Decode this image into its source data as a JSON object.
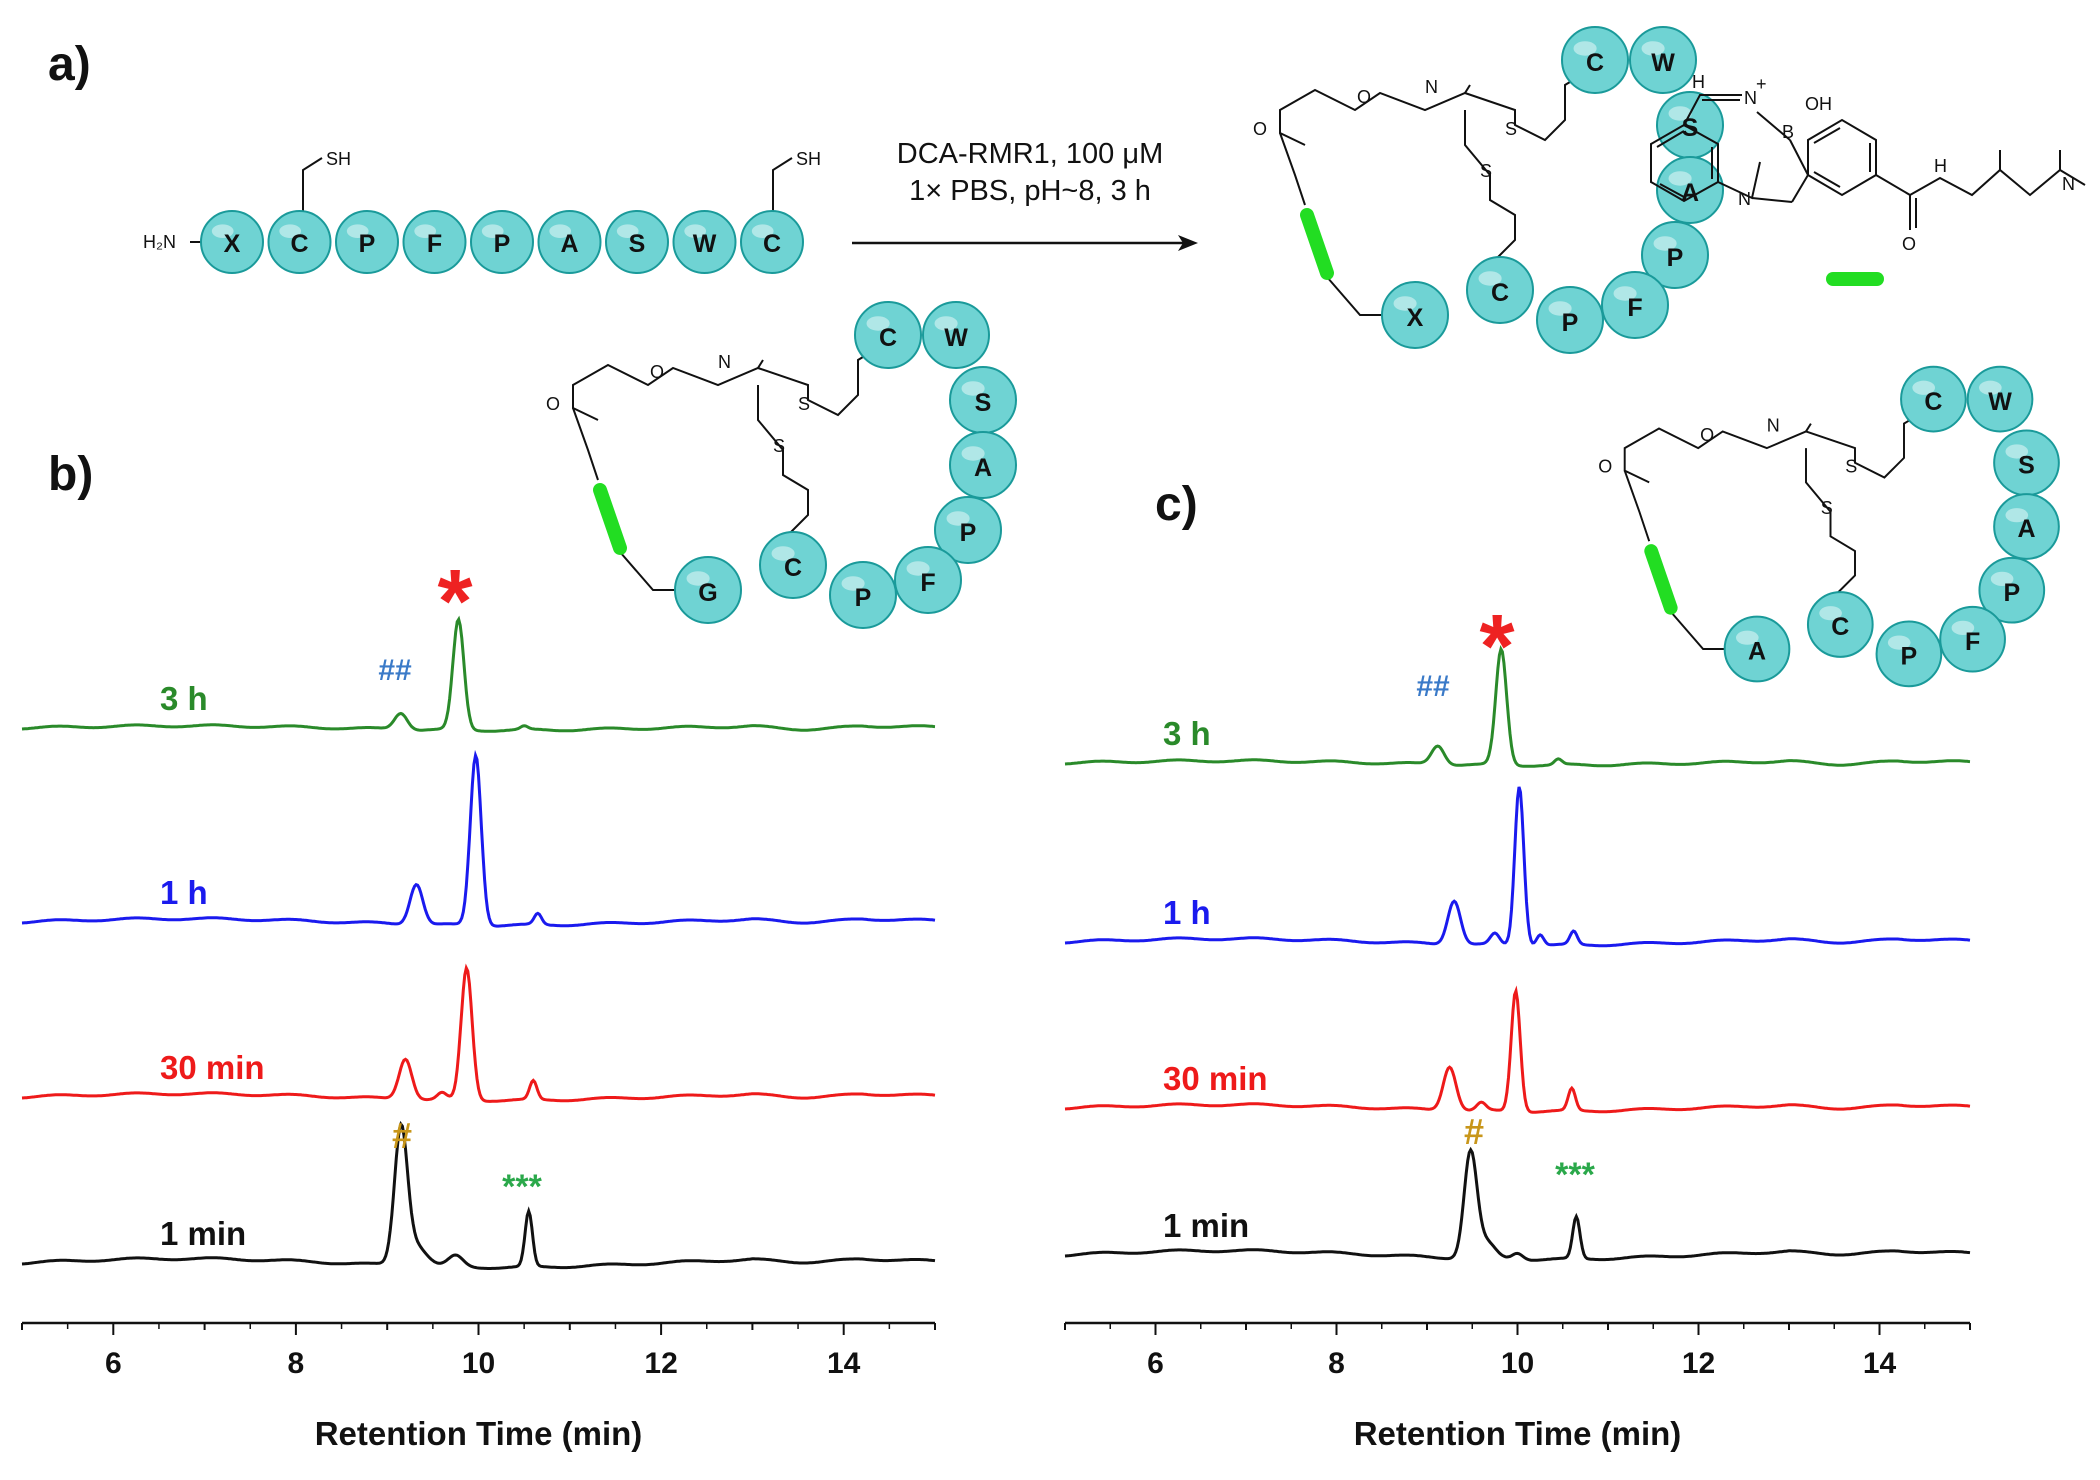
{
  "panels": {
    "a": "a)",
    "b": "b)",
    "c": "c)"
  },
  "scheme": {
    "reagent_line1": "DCA-RMR1, 100 μM",
    "reagent_line2": "1× PBS, pH~8, 3 h",
    "n_terminus": "H₂N",
    "thiol": "SH",
    "linear_sequence": [
      "X",
      "C",
      "P",
      "F",
      "P",
      "A",
      "S",
      "W",
      "C"
    ],
    "cyclic_loop": [
      "C",
      "W",
      "S",
      "A",
      "P",
      "F",
      "P",
      "C"
    ],
    "cyclic_first": {
      "a": "X",
      "b": "G",
      "c": "A"
    },
    "struct_labels": {
      "oxime_o": "O",
      "oxime_n": "N",
      "carbonyl": "O",
      "sulfur": "S"
    },
    "reagent_struct": {
      "H": "H",
      "N_plus": "N",
      "B": "B",
      "OH": "OH",
      "N": "N",
      "O": "O",
      "NH": "H",
      "amine": "N"
    }
  },
  "colors": {
    "bead_fill": "#6fd3d3",
    "bead_stroke": "#1a9a9a",
    "linker": "#22dd22",
    "t3h": "#2a8a2a",
    "t1h": "#1a1aee",
    "t30min": "#ee1a1a",
    "t1min": "#111111",
    "star": "#ee2222",
    "hash_double": "#3a7ac8",
    "hash_single": "#c8961a",
    "triple_star": "#2aa84a"
  },
  "markers": {
    "star": "*",
    "double_hash": "##",
    "hash": "#",
    "triple_star": "***"
  },
  "chart_data": [
    {
      "panel": "b",
      "type": "line",
      "xlabel": "Retention Time (min)",
      "xlim": [
        5,
        15
      ],
      "xticks": [
        6,
        8,
        10,
        12,
        14
      ],
      "traces": [
        {
          "name": "3 h",
          "color_key": "t3h",
          "baseline_drift": 0.02,
          "peaks": [
            [
              9.15,
              0.15,
              0.07
            ],
            [
              9.78,
              1.0,
              0.06
            ],
            [
              10.5,
              0.03,
              0.04
            ]
          ]
        },
        {
          "name": "1 h",
          "color_key": "t1h",
          "baseline_drift": 0.03,
          "peaks": [
            [
              9.32,
              0.37,
              0.07
            ],
            [
              9.97,
              1.55,
              0.06
            ],
            [
              10.65,
              0.1,
              0.04
            ]
          ]
        },
        {
          "name": "30 min",
          "color_key": "t30min",
          "baseline_drift": 0.03,
          "peaks": [
            [
              9.2,
              0.37,
              0.07
            ],
            [
              9.6,
              0.06,
              0.05
            ],
            [
              9.87,
              1.2,
              0.06
            ],
            [
              10.6,
              0.17,
              0.04
            ]
          ]
        },
        {
          "name": "1 min",
          "color_key": "t1min",
          "baseline_drift": 0.04,
          "peaks": [
            [
              9.15,
              1.2,
              0.07
            ],
            [
              9.3,
              0.2,
              0.12
            ],
            [
              9.75,
              0.1,
              0.08
            ],
            [
              10.55,
              0.5,
              0.04
            ]
          ]
        }
      ]
    },
    {
      "panel": "c",
      "type": "line",
      "xlabel": "Retention Time (min)",
      "xlim": [
        5,
        15
      ],
      "xticks": [
        6,
        8,
        10,
        12,
        14
      ],
      "traces": [
        {
          "name": "3 h",
          "color_key": "t3h",
          "baseline_drift": 0.02,
          "peaks": [
            [
              9.12,
              0.17,
              0.07
            ],
            [
              9.82,
              1.05,
              0.06
            ],
            [
              10.45,
              0.05,
              0.04
            ]
          ]
        },
        {
          "name": "1 h",
          "color_key": "t1h",
          "baseline_drift": 0.03,
          "peaks": [
            [
              9.3,
              0.4,
              0.07
            ],
            [
              9.75,
              0.1,
              0.05
            ],
            [
              10.02,
              1.45,
              0.05
            ],
            [
              10.25,
              0.1,
              0.04
            ],
            [
              10.62,
              0.12,
              0.04
            ]
          ]
        },
        {
          "name": "30 min",
          "color_key": "t30min",
          "baseline_drift": 0.03,
          "peaks": [
            [
              9.25,
              0.4,
              0.07
            ],
            [
              9.6,
              0.07,
              0.05
            ],
            [
              9.98,
              1.1,
              0.05
            ],
            [
              10.6,
              0.2,
              0.04
            ]
          ]
        },
        {
          "name": "1 min",
          "color_key": "t1min",
          "baseline_drift": 0.04,
          "peaks": [
            [
              9.48,
              0.95,
              0.07
            ],
            [
              9.65,
              0.15,
              0.1
            ],
            [
              10.0,
              0.06,
              0.06
            ],
            [
              10.65,
              0.38,
              0.04
            ]
          ]
        }
      ]
    }
  ]
}
